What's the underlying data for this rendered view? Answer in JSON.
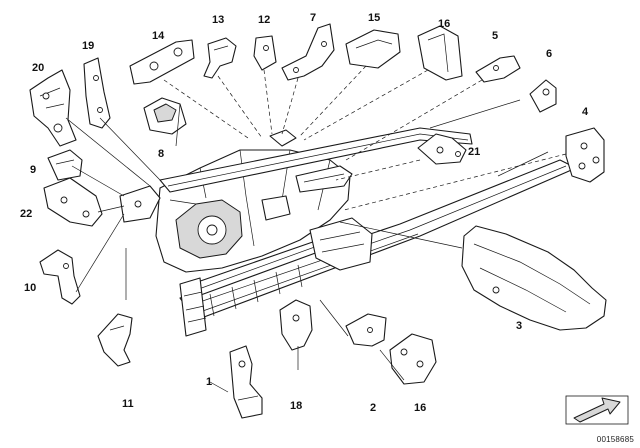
{
  "diagram": {
    "callouts": {
      "c1": "1",
      "c2": "2",
      "c3": "3",
      "c4": "4",
      "c5": "5",
      "c6": "6",
      "c7": "7",
      "c8": "8",
      "c9": "9",
      "c10": "10",
      "c11": "11",
      "c12": "12",
      "c13": "13",
      "c14": "14",
      "c15": "15",
      "c16a": "16",
      "c16b": "16",
      "c18": "18",
      "c19": "19",
      "c20": "20",
      "c21": "21",
      "c22": "22"
    },
    "part_number": "00158685",
    "icons": {
      "arrow": "arrow-icon"
    }
  }
}
